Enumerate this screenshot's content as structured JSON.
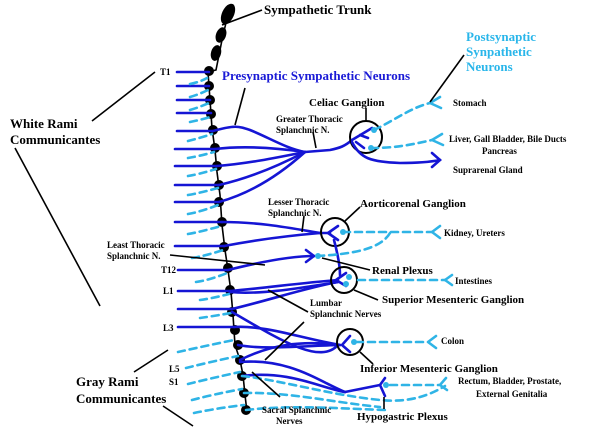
{
  "title": "Sympathetic Trunk",
  "legend": {
    "presynaptic": "Presynaptic Sympathetic Neurons",
    "postsynaptic": [
      "Postsynaptic",
      "Synpathetic",
      "Neurons"
    ]
  },
  "side_labels": {
    "white_rami": [
      "White Rami",
      "Communicantes"
    ],
    "gray_rami": [
      "Gray Rami",
      "Communicantes"
    ]
  },
  "levels": {
    "t1": "T1",
    "t12": "T12",
    "l1": "L1",
    "l3": "L3",
    "l5": "L5",
    "s1": "S1"
  },
  "nerves": {
    "greater": [
      "Greater Thoracic",
      "Splanchnic N."
    ],
    "lesser": [
      "Lesser Thoracic",
      "Splanchnic N."
    ],
    "least": [
      "Least Thoracic",
      "Splanchnic N."
    ],
    "lumbar": [
      "Lumbar",
      "Splanchnic Nerves"
    ],
    "sacral": [
      "Sacral Splanchnic",
      "Nerves"
    ]
  },
  "ganglia": {
    "celiac": "Celiac Ganglion",
    "aorticorenal": "Aorticorenal Ganglion",
    "renal_plexus": "Renal Plexus",
    "superior_mesenteric": "Superior Mesenteric Ganglion",
    "inferior_mesenteric": "Inferior Mesenteric Ganglion",
    "hypogastric": "Hypogastric Plexus"
  },
  "targets": {
    "stomach": "Stomach",
    "liver": [
      "Liver, Gall Bladder, Bile Ducts",
      "Pancreas"
    ],
    "suprarenal": "Suprarenal Gland",
    "kidney": "Kidney, Ureters",
    "intestines": "Intestines",
    "colon": "Colon",
    "pelvic": [
      "Rectum, Bladder, Prostate,",
      "External Genitalia"
    ]
  },
  "colors": {
    "presynaptic": "#1515d4",
    "postsynaptic": "#2fb4e6",
    "trunk": "#000000"
  }
}
